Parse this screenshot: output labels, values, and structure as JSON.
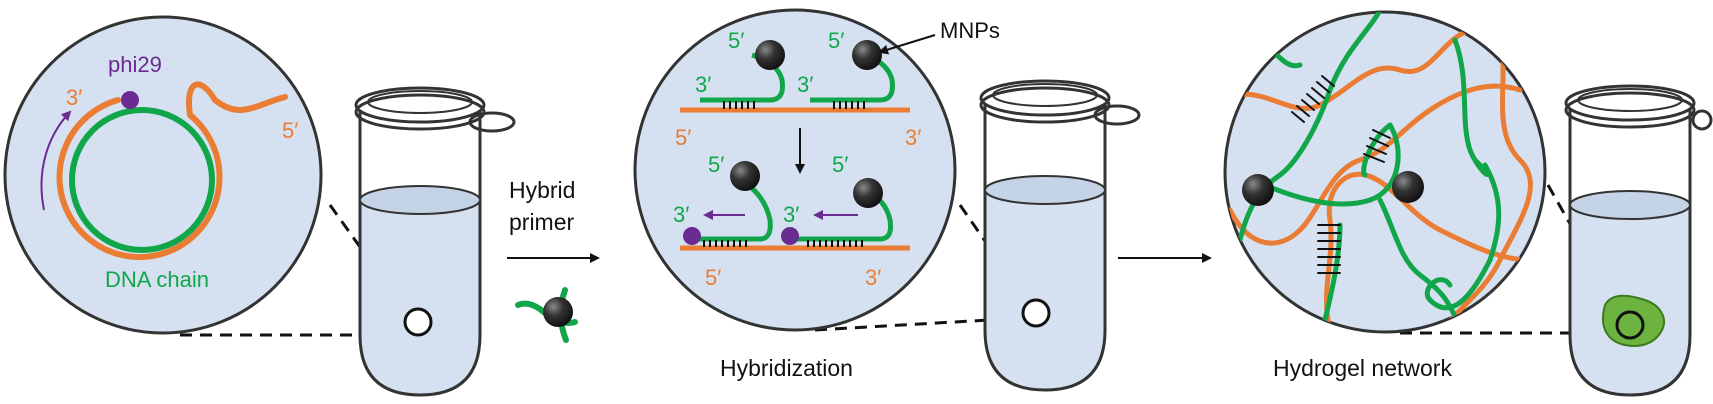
{
  "colors": {
    "dna_green": "#12a64a",
    "template_orange": "#ea7d33",
    "polymerase_purple": "#6b2c91",
    "bg_blue": "#d5e1f0",
    "gel_green": "#6cb33f",
    "outline": "#333333",
    "bead": "#2a2a2a"
  },
  "icons": [
    "magnetic-nanoparticle-icon",
    "polymerase-icon",
    "microtube-icon",
    "magnifier-icon"
  ],
  "panel1": {
    "enzyme_label": "phi29",
    "three_prime": "3′",
    "five_prime": "5′",
    "chain_label": "DNA chain"
  },
  "arrow1": {
    "line1": "Hybrid",
    "line2": "primer"
  },
  "panel2": {
    "mnp_label": "MNPs",
    "five_prime": "5′",
    "three_prime": "3′",
    "caption": "Hybridization"
  },
  "panel3": {
    "caption": "Hydrogel network"
  }
}
